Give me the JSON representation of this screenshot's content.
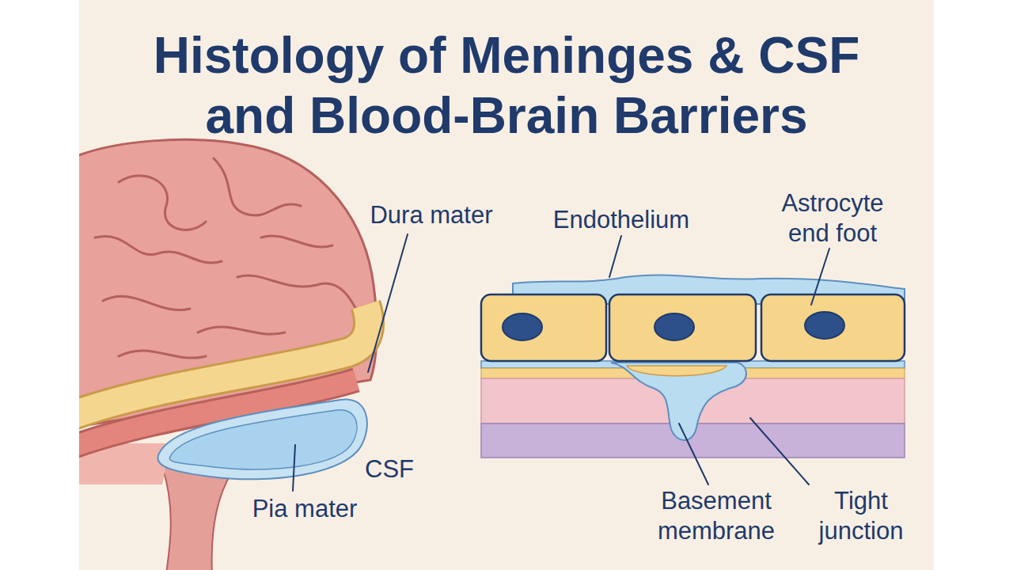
{
  "diagram": {
    "title": "Histology of Meninges & CSF and Blood-Brain Barriers",
    "labels": [
      "Dura mater",
      "Endothelium",
      "Astrocyte end foot",
      "CSF",
      "Pia mater",
      "Basement membrane",
      "Tight junction"
    ]
  }
}
